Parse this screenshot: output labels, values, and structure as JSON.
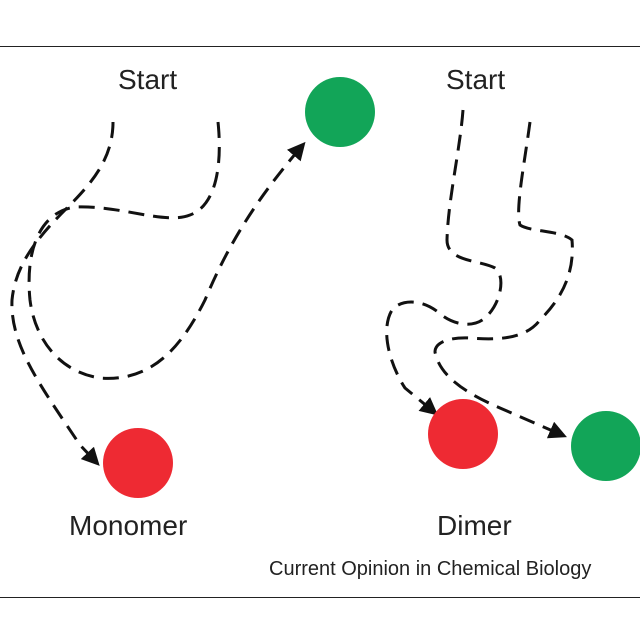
{
  "monomer": {
    "start_label": "Start",
    "name": "Monomer",
    "end_state": {
      "color": "#ee2a33",
      "icon": "red-circle"
    },
    "native_state": {
      "color": "#12a558",
      "icon": "green-circle"
    }
  },
  "dimer": {
    "start_label": "Start",
    "name": "Dimer",
    "end_states": [
      {
        "color": "#ee2a33",
        "icon": "red-circle"
      },
      {
        "color": "#12a558",
        "icon": "green-circle"
      }
    ]
  },
  "credit": "Current Opinion in Chemical Biology",
  "colors": {
    "red": "#ee2a33",
    "green": "#12a558",
    "line": "#111111"
  }
}
